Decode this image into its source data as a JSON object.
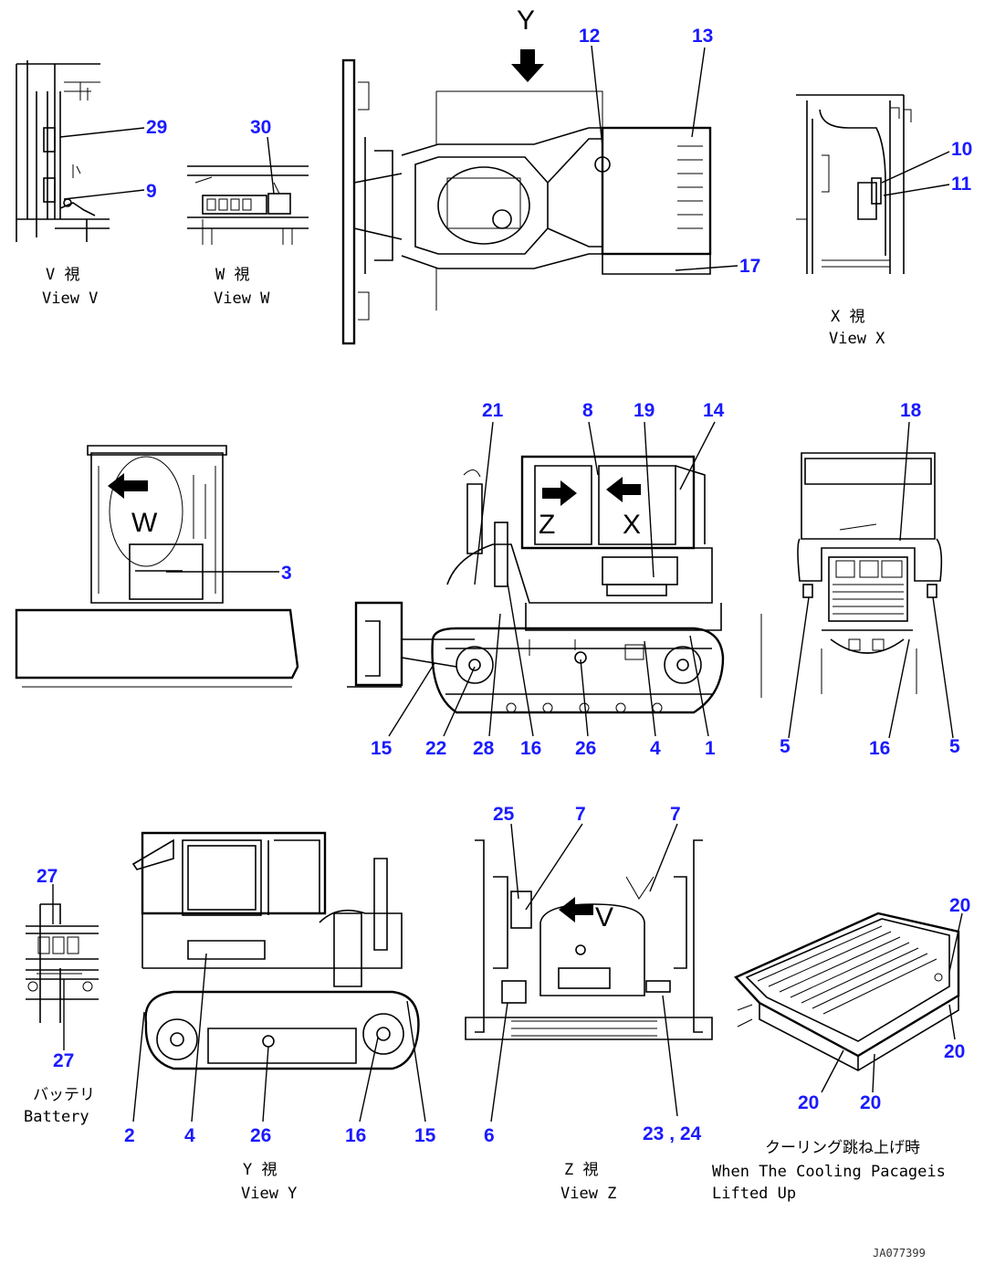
{
  "callouts": {
    "c1": "1",
    "c2": "2",
    "c3": "3",
    "c4a": "4",
    "c4b": "4",
    "c5a": "5",
    "c5b": "5",
    "c6": "6",
    "c7a": "7",
    "c7b": "7",
    "c8": "8",
    "c9": "9",
    "c10": "10",
    "c11": "11",
    "c12": "12",
    "c13": "13",
    "c14": "14",
    "c15a": "15",
    "c15b": "15",
    "c16a": "16",
    "c16b": "16",
    "c16c": "16",
    "c17": "17",
    "c18": "18",
    "c19": "19",
    "c20a": "20",
    "c20b": "20",
    "c20c": "20",
    "c20d": "20",
    "c21": "21",
    "c22": "22",
    "c23_24": "23 , 24",
    "c25": "25",
    "c26a": "26",
    "c26b": "26",
    "c27a": "27",
    "c27b": "27",
    "c28": "28",
    "c29": "29",
    "c30": "30"
  },
  "view_letters": {
    "y_top": "Y",
    "w": "W",
    "z": "Z",
    "x": "X",
    "v": "V"
  },
  "captions": {
    "view_v_jp": "V  視",
    "view_v_en": "View V",
    "view_w_jp": "W  視",
    "view_w_en": "View W",
    "view_x_jp": "X  視",
    "view_x_en": "View X",
    "view_y_jp": "Y  視",
    "view_y_en": "View Y",
    "view_z_jp": "Z  視",
    "view_z_en": "View Z",
    "battery_jp": "バッテリ",
    "battery_en": "Battery",
    "cooling_jp": "クーリング跳ね上げ時",
    "cooling_en_1": "When The Cooling Pacageis",
    "cooling_en_2": "Lifted Up"
  },
  "reference_code": "JA077399"
}
